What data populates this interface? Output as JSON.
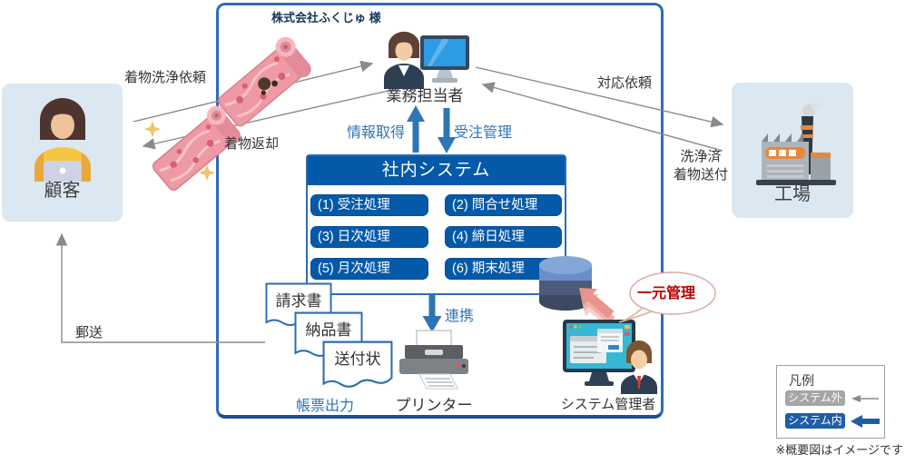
{
  "company_title": "株式会社ふくじゅ 様",
  "actors": {
    "customer": "顧客",
    "factory": "工場",
    "staff": "業務担当者",
    "printer": "プリンター",
    "admin": "システム管理者"
  },
  "system": {
    "header": "社内システム",
    "modules": [
      "(1) 受注処理",
      "(2) 問合せ処理",
      "(3) 日次処理",
      "(4) 締日処理",
      "(5) 月次処理",
      "(6) 期末処理"
    ]
  },
  "documents": [
    "請求書",
    "納品書",
    "送付状"
  ],
  "flow_labels": {
    "kimono_wash_request": "着物洗浄依頼",
    "kimono_return": "着物返却",
    "handle_request": "対応依頼",
    "washed_line1": "洗浄済",
    "washed_line2": "着物送付",
    "info_fetch": "情報取得",
    "order_management": "受注管理",
    "linkage": "連携",
    "mail": "郵送",
    "report_output": "帳票出力",
    "central_management": "一元管理"
  },
  "legend": {
    "title": "凡例",
    "outside_system": "システム外",
    "inside_system": "システム内"
  },
  "note": "※概要図はイメージです",
  "icons": {
    "customer": "woman-with-laptop-icon",
    "staff": "woman-operator-with-monitor-icon",
    "factory": "factory-building-icon",
    "printer": "printer-icon",
    "admin": "admin-with-monitor-icon",
    "database": "database-cylinder-icon",
    "kimono_dirty": "dirty-kimono-roll-icon",
    "kimono_clean": "clean-kimono-roll-icon",
    "bubble": "speech-bubble"
  },
  "colors": {
    "primary_blue": "#0459a9",
    "border_blue": "#2e6cb5",
    "label_blue": "#2e75b6",
    "accent_red": "#c00000",
    "panel_bg": "#dce8f1",
    "arrow_gray": "#8a8a8a",
    "legend_gray": "#a6a6a6"
  }
}
